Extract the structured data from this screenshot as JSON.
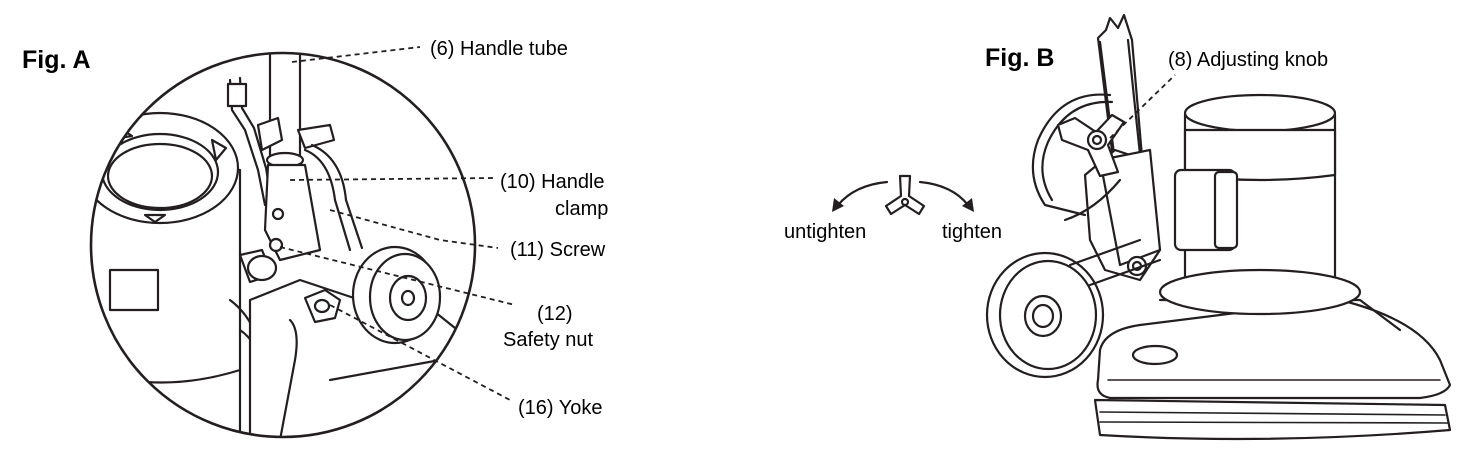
{
  "figure_a": {
    "title": "Fig. A",
    "labels": {
      "handle_tube": "(6) Handle tube",
      "handle_clamp_line1": "(10) Handle",
      "handle_clamp_line2": "clamp",
      "screw": "(11) Screw",
      "safety_nut_line1": "(12)",
      "safety_nut_line2": "Safety nut",
      "yoke": "(16) Yoke"
    }
  },
  "figure_b": {
    "title": "Fig. B",
    "labels": {
      "adjusting_knob": "(8) Adjusting knob",
      "untighten": "untighten",
      "tighten": "tighten"
    }
  },
  "colors": {
    "ink": "#231f20",
    "background": "#ffffff"
  }
}
